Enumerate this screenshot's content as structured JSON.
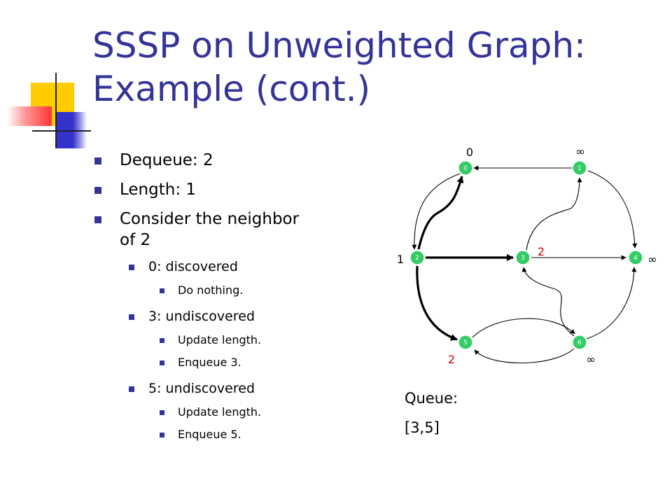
{
  "slide": {
    "title_line1": "SSSP on Unweighted Graph:",
    "title_line2": "Example (cont.)",
    "colors": {
      "title": "#333399",
      "node": "#33cc66",
      "highlight_label": "#cc0000",
      "deco_yellow": "#ffcc00",
      "deco_blue": "#3333cc",
      "deco_red": "#ff3333"
    }
  },
  "bullets": {
    "b1": "Dequeue: 2",
    "b2": "Length: 1",
    "b3_line1": "Consider the neighbor",
    "b3_line2": "of 2",
    "n0": "0: discovered",
    "n0_a": "Do nothing.",
    "n3": "3: undiscovered",
    "n3_a": "Update length.",
    "n3_b": "Enqueue 3.",
    "n5": "5: undiscovered",
    "n5_a": "Update length.",
    "n5_b": "Enqueue 5."
  },
  "graph": {
    "nodes": [
      {
        "id": "0",
        "dist": "0",
        "highlight": false
      },
      {
        "id": "1",
        "dist": "∞",
        "highlight": false
      },
      {
        "id": "2",
        "dist": "1",
        "highlight": false
      },
      {
        "id": "3",
        "dist": "2",
        "highlight": true
      },
      {
        "id": "4",
        "dist": "∞",
        "highlight": false
      },
      {
        "id": "5",
        "dist": "2",
        "highlight": true
      },
      {
        "id": "6",
        "dist": "∞",
        "highlight": false
      }
    ],
    "edges": [
      {
        "from": "1",
        "to": "0",
        "bold": false
      },
      {
        "from": "0",
        "to": "2",
        "bold": false
      },
      {
        "from": "2",
        "to": "0",
        "bold": true
      },
      {
        "from": "2",
        "to": "3",
        "bold": true
      },
      {
        "from": "2",
        "to": "5",
        "bold": true
      },
      {
        "from": "1",
        "to": "4",
        "bold": false
      },
      {
        "from": "3",
        "to": "1",
        "bold": false
      },
      {
        "from": "3",
        "to": "4",
        "bold": false
      },
      {
        "from": "5",
        "to": "6",
        "bold": false
      },
      {
        "from": "6",
        "to": "5",
        "bold": false
      },
      {
        "from": "6",
        "to": "3",
        "bold": false
      },
      {
        "from": "6",
        "to": "4",
        "bold": false
      }
    ]
  },
  "queue": {
    "label": "Queue:",
    "value": "[3,5]"
  }
}
